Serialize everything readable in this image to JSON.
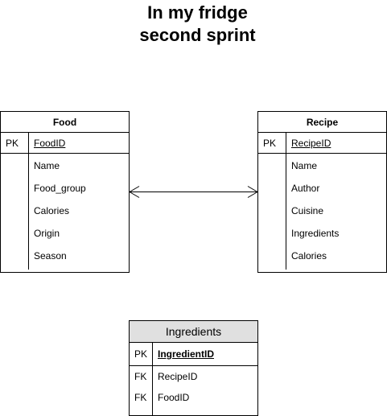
{
  "title": {
    "line1": "In my fridge",
    "line2": "second sprint"
  },
  "food": {
    "name": "Food",
    "pk": {
      "key": "PK",
      "name": "FoodID"
    },
    "attributes": [
      "Name",
      "Food_group",
      "Calories",
      "Origin",
      "Season"
    ]
  },
  "recipe": {
    "name": "Recipe",
    "pk": {
      "key": "PK",
      "name": "RecipeID"
    },
    "attributes": [
      "Name",
      "Author",
      "Cuisine",
      "Ingredients",
      "Calories"
    ]
  },
  "ingredients": {
    "name": "Ingredients",
    "pk": {
      "key": "PK",
      "name": "IngredientID"
    },
    "fks": [
      {
        "key": "FK",
        "name": "RecipeID"
      },
      {
        "key": "FK",
        "name": "FoodID"
      }
    ]
  },
  "relationship": {
    "from": "Food",
    "to": "Recipe",
    "notation": "many-to-many"
  }
}
